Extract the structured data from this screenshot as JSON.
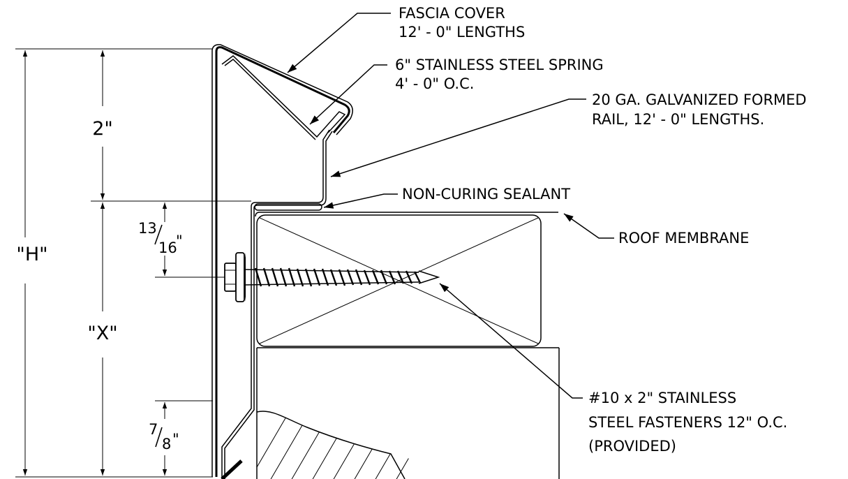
{
  "dimensions": {
    "overall_height": "\"H\"",
    "upper_height": "2\"",
    "lower_height": "\"X\"",
    "fastener_offset": {
      "whole": "13",
      "denominator": "16",
      "unit": "\""
    },
    "bottom_offset": {
      "whole": "7",
      "denominator": "8",
      "unit": "\""
    }
  },
  "callouts": {
    "fascia_cover": [
      "FASCIA COVER",
      "12' - 0\" LENGTHS"
    ],
    "spring": [
      "6\" STAINLESS STEEL SPRING",
      "4' - 0\" O.C."
    ],
    "rail": [
      "20 GA. GALVANIZED FORMED",
      "RAIL, 12' - 0\" LENGTHS."
    ],
    "sealant": [
      "NON-CURING SEALANT"
    ],
    "membrane": [
      "ROOF MEMBRANE"
    ],
    "fasteners": [
      "#10 x 2\" STAINLESS",
      "STEEL FASTENERS 12\" O.C.",
      "(PROVIDED)"
    ]
  }
}
